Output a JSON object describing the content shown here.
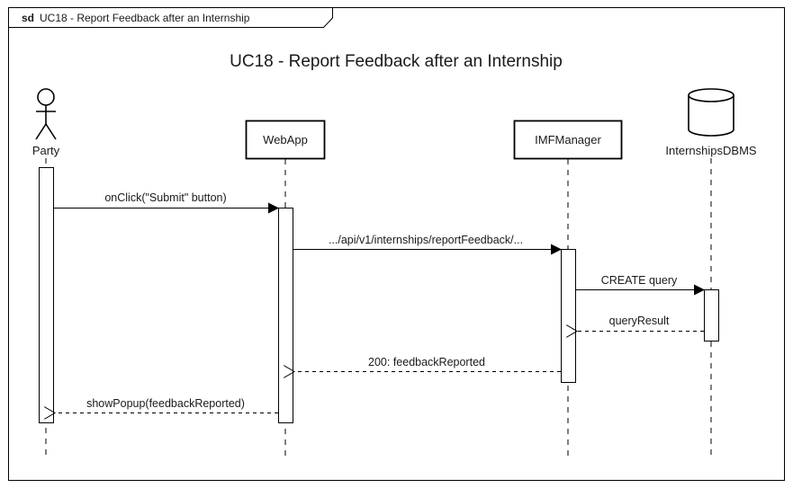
{
  "frame": {
    "keyword": "sd",
    "name": "UC18 - Report Feedback after an Internship"
  },
  "title": "UC18 - Report Feedback after an Internship",
  "participants": {
    "party": "Party",
    "webapp": "WebApp",
    "imfmanager": "IMFManager",
    "dbms": "InternshipsDBMS"
  },
  "messages": {
    "m1": "onClick(\"Submit\" button)",
    "m2": ".../api/v1/internships/reportFeedback/...",
    "m3": "CREATE query",
    "m4": "queryResult",
    "m5": "200: feedbackReported",
    "m6": "showPopup(feedbackReported)"
  }
}
